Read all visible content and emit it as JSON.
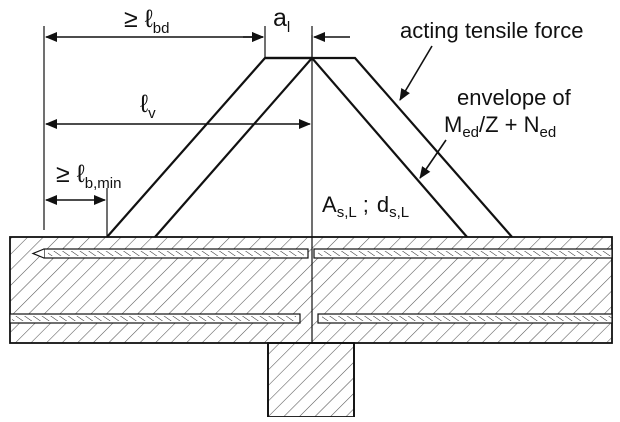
{
  "labels": {
    "lbd": {
      "main": "≥ ℓ",
      "sub": "bd"
    },
    "al": {
      "main": "a",
      "sub": "l"
    },
    "lv": {
      "main": "ℓ",
      "sub": "v"
    },
    "lbmin": {
      "main": "≥ ℓ",
      "sub": "b,min"
    },
    "acting": "acting tensile force",
    "envelope_line1": "envelope of",
    "envelope_m": "M",
    "envelope_m_sub": "ed",
    "envelope_mid": "/Z + N",
    "envelope_n_sub": "ed",
    "as": {
      "main": "A",
      "sub": "s,L"
    },
    "sep": ";",
    "ds": {
      "main": "d",
      "sub": "s,L"
    }
  },
  "colors": {
    "line": "#111111",
    "hatch": "#555555",
    "background": "#ffffff"
  }
}
